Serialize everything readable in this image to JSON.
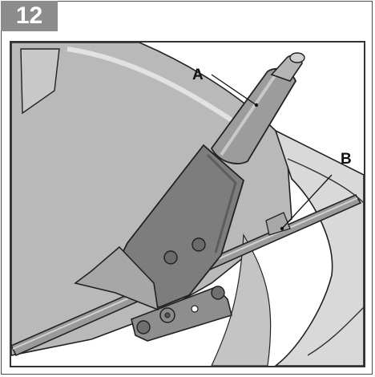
{
  "step_number": "12",
  "callouts": {
    "a": "A",
    "b": "B"
  },
  "colors": {
    "badge": "#8c8c8c",
    "body_gray": "#b0b0b0",
    "part_dark": "#7a7a7a",
    "outline": "#222222"
  }
}
